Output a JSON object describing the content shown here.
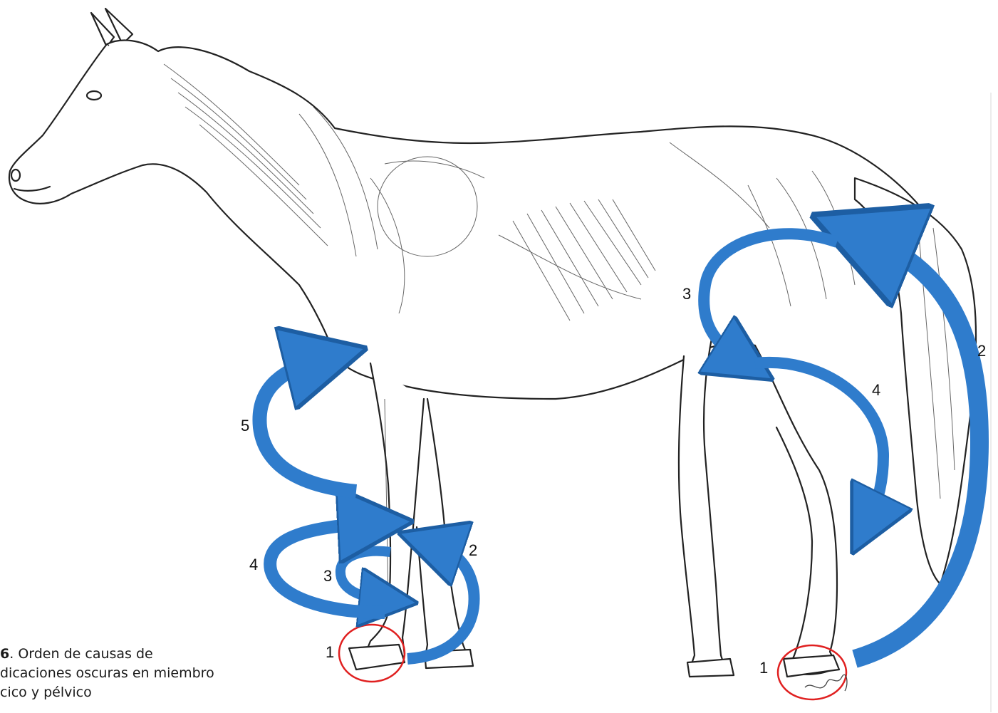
{
  "figure": {
    "caption_number": "6",
    "caption_text": ". Orden de causas de\ndicaciones oscuras en miembro\ncico y pélvico"
  },
  "forelimb_labels": [
    "1",
    "2",
    "3",
    "4",
    "5"
  ],
  "hindlimb_labels": [
    "1",
    "2",
    "3",
    "4"
  ],
  "colors": {
    "arrow": "#2f7ccc",
    "arrow_edge": "#1d5ea3",
    "circle": "#e02020",
    "ink": "#222222"
  },
  "icons": [
    "horse-anatomy-illustration",
    "curved-arrow-icon",
    "hoof-circle-icon",
    "artist-signature"
  ]
}
